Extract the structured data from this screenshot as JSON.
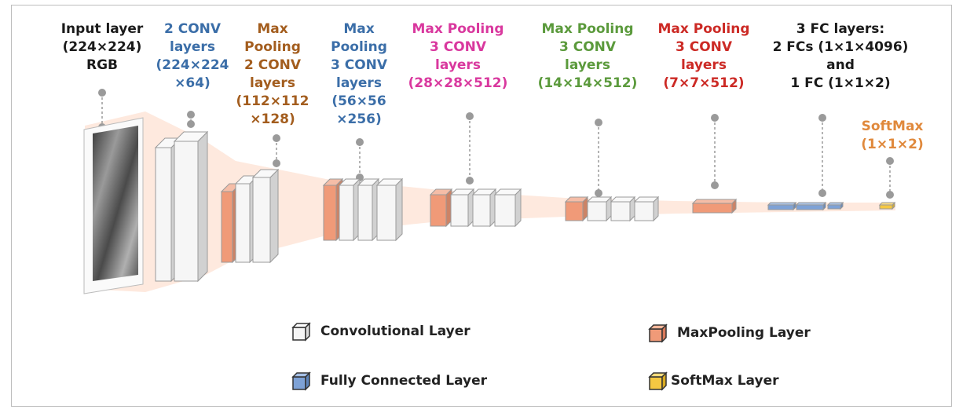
{
  "colors": {
    "black": "#1a1a1a",
    "blue": "#3b6ea8",
    "brown": "#a35d1e",
    "pink": "#d9389e",
    "green": "#5b9a3c",
    "red": "#cc2a25",
    "orange": "#e0893c",
    "conv_face": "#f6f6f6",
    "maxpool_face": "#f09a78",
    "fc_face": "#7ea2d6",
    "softmax_face": "#f5c842",
    "funnel": "#fde2d3",
    "connector": "#9a9a9a"
  },
  "labels": {
    "input": [
      "Input layer",
      "(224×224)",
      "RGB"
    ],
    "conv1": [
      "2 CONV",
      "layers",
      "(224×224",
      "×64)"
    ],
    "block2": [
      "Max",
      "Pooling",
      "2 CONV",
      "layers",
      "(112×112",
      "×128)"
    ],
    "block3": [
      "Max",
      "Pooling",
      "3 CONV",
      "layers",
      "(56×56",
      "×256)"
    ],
    "block4": [
      "Max Pooling",
      "3 CONV",
      "layers",
      "(28×28×512)"
    ],
    "block5": [
      "Max Pooling",
      "3 CONV",
      "layers",
      "(14×14×512)"
    ],
    "block6": [
      "Max Pooling",
      "3 CONV",
      "layers",
      "(7×7×512)"
    ],
    "fc": [
      "3 FC layers:",
      "2 FCs (1×1×4096)",
      "and",
      "1 FC (1×1×2)"
    ],
    "softmax": [
      "SoftMax",
      "(1×1×2)"
    ]
  },
  "legend": {
    "conv": "Convolutional Layer",
    "maxpool": "MaxPooling Layer",
    "fc": "Fully Connected Layer",
    "softmax": "SoftMax Layer"
  }
}
